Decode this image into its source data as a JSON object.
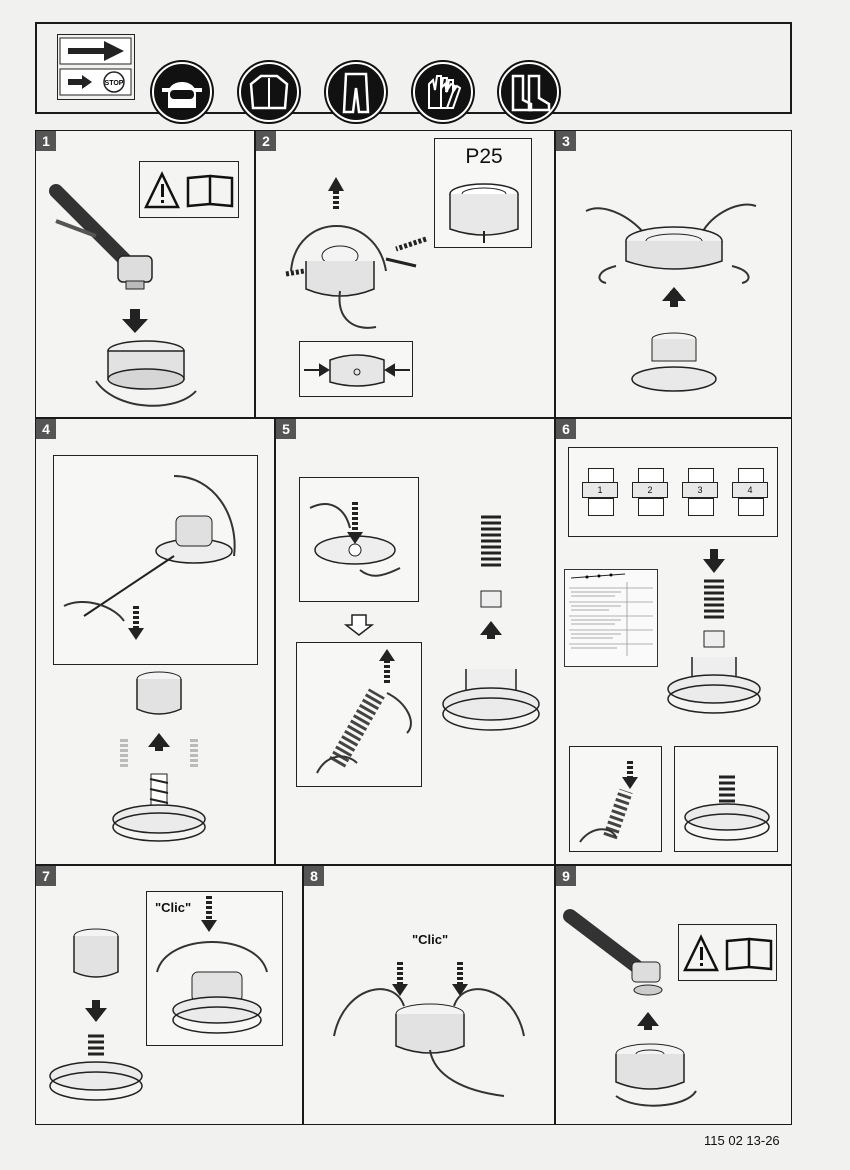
{
  "header": {
    "icons": [
      "arrow-stop-icon",
      "face-shield-icon",
      "jacket-icon",
      "trousers-icon",
      "gloves-icon",
      "boots-icon"
    ],
    "stop_text": "STOP"
  },
  "steps": {
    "s1": {
      "number": "1"
    },
    "s2": {
      "number": "2",
      "model_label": "P25"
    },
    "s3": {
      "number": "3"
    },
    "s4": {
      "number": "4"
    },
    "s5": {
      "number": "5"
    },
    "s6": {
      "number": "6",
      "spacers": [
        "1",
        "2",
        "3",
        "4"
      ]
    },
    "s7": {
      "number": "7",
      "click_label": "\"Clic\""
    },
    "s8": {
      "number": "8",
      "click_label": "\"Clic\""
    },
    "s9": {
      "number": "9"
    }
  },
  "footer": {
    "part_number": "115 02 13-26"
  },
  "colors": {
    "ink": "#1a1a1a",
    "paper": "#f1f1ef",
    "badge": "#555555"
  }
}
